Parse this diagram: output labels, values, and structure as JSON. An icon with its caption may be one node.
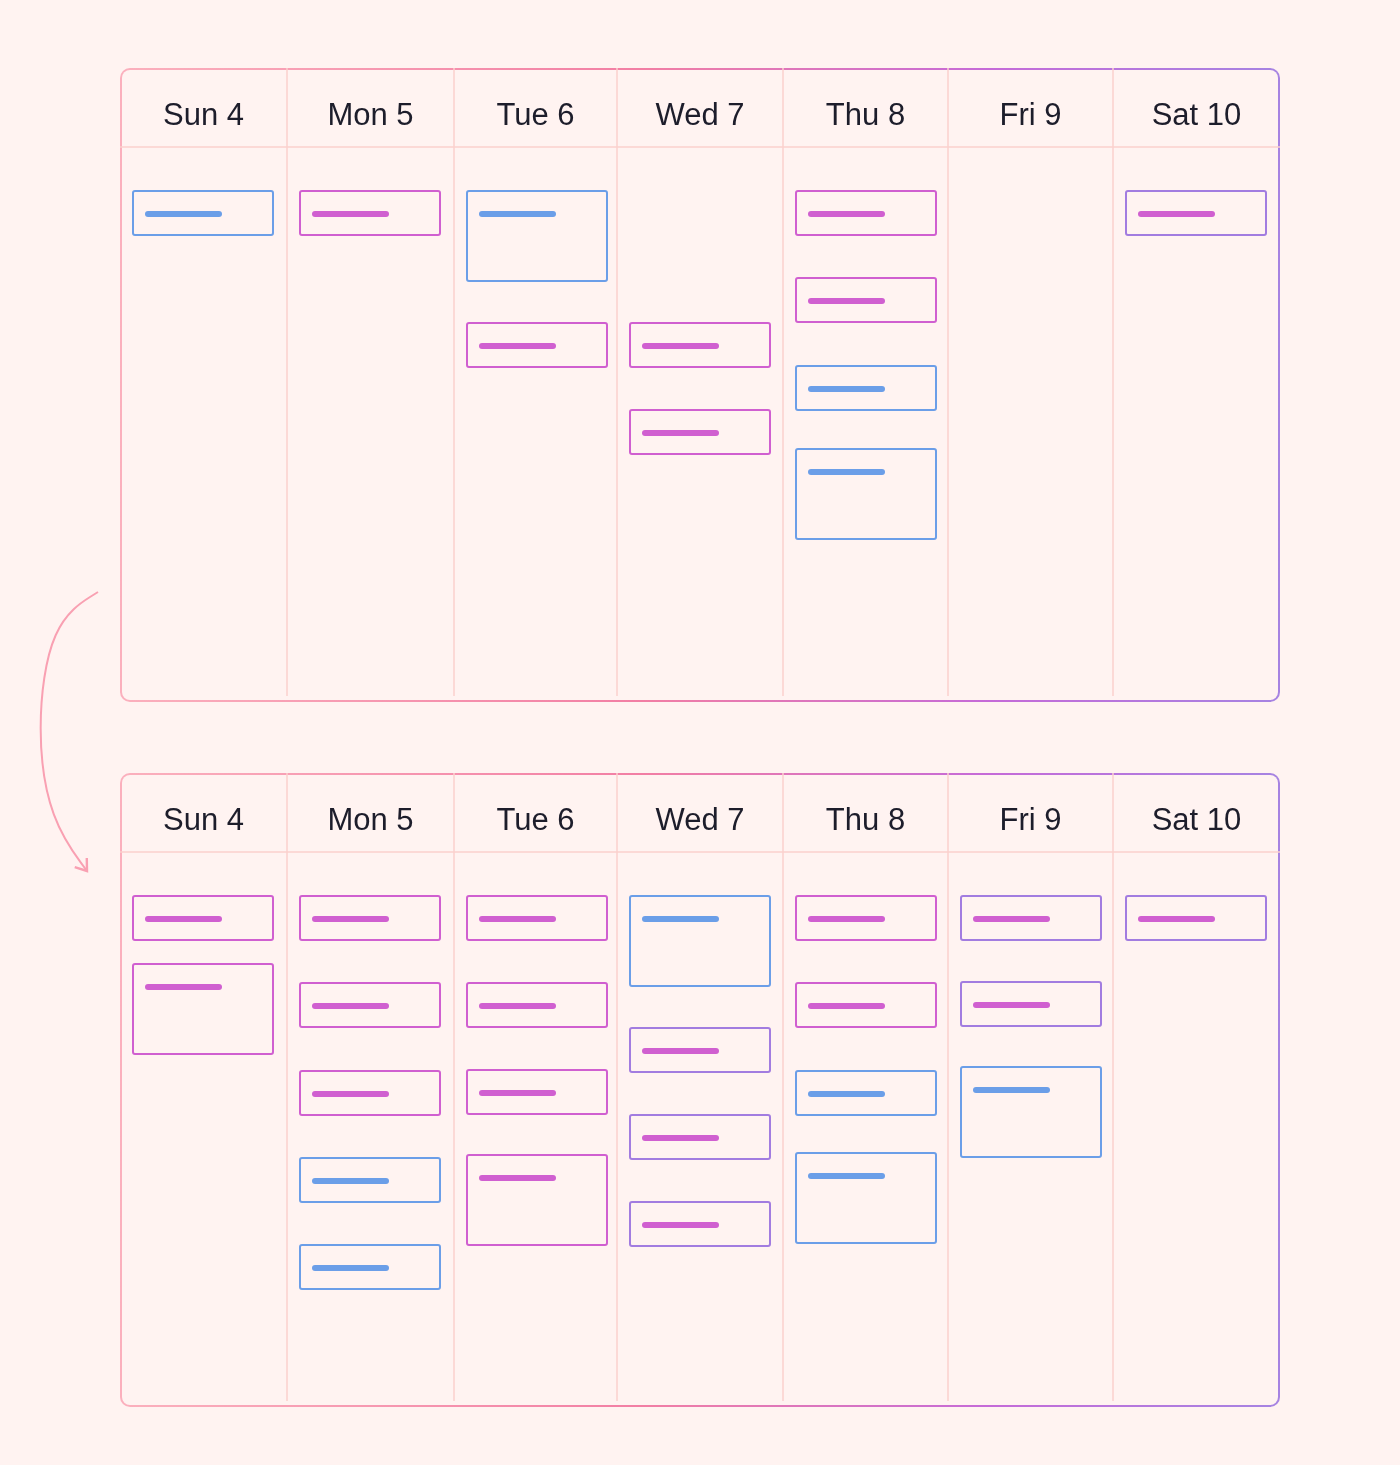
{
  "diagram": {
    "nodes": [
      {
        "text": [
          "Sun 4",
          "Mon 5",
          "Tue 6",
          "Wed 7",
          "Thu 8",
          "Fri 9",
          "Sat 10"
        ]
      },
      {
        "text": [
          "Sun 4",
          "Mon 5",
          "Tue 6",
          "Wed 7",
          "Thu 8",
          "Fri 9",
          "Sat 10"
        ]
      }
    ],
    "edges": [
      {
        "from": 0,
        "to": 1,
        "arrow": "to"
      }
    ]
  }
}
